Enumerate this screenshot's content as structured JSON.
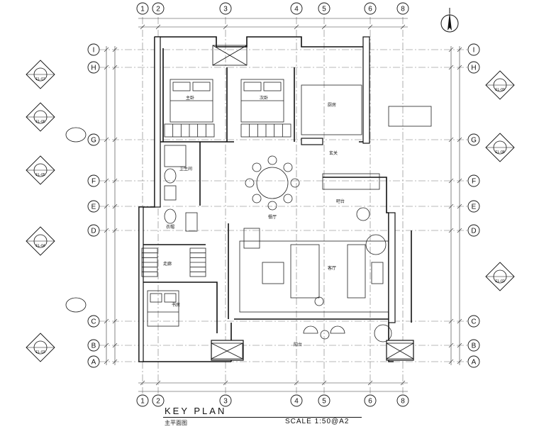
{
  "title": {
    "main": "KEY PLAN",
    "sub": "主平面图",
    "scale": "SCALE  1:50@A2"
  },
  "grid": {
    "columns": [
      "1",
      "2",
      "3",
      "4",
      "5",
      "6",
      "8"
    ],
    "rows": [
      "I",
      "H",
      "G",
      "F",
      "E",
      "D",
      "C",
      "B",
      "A"
    ]
  },
  "rooms": {
    "master_bedroom": "主卧",
    "second_bedroom": "次卧",
    "kitchen": "厨房",
    "foyer": "玄关",
    "dining": "餐厅",
    "living": "客厅",
    "study": "书房",
    "balcony": "阳台",
    "bathroom": "卫生间",
    "corridor": "走廊",
    "bar": "吧台",
    "cloak": "衣帽"
  },
  "elevation_tags": {
    "left": [
      "EL-07",
      "EL-06",
      "EL-05",
      "EL-04",
      "EL-03"
    ],
    "right": [
      "EL-09",
      "EL-08",
      "EL-02"
    ]
  }
}
